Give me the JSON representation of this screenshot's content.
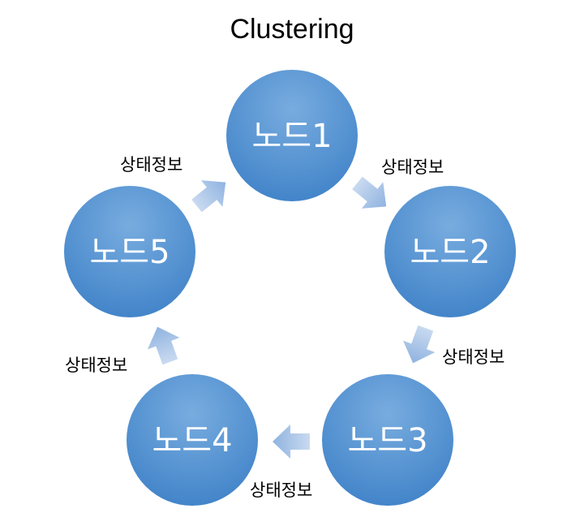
{
  "title": "Clustering",
  "nodes": [
    {
      "id": "node1",
      "label": "노드1"
    },
    {
      "id": "node2",
      "label": "노드2"
    },
    {
      "id": "node3",
      "label": "노드3"
    },
    {
      "id": "node4",
      "label": "노드4"
    },
    {
      "id": "node5",
      "label": "노드5"
    }
  ],
  "edges": [
    {
      "from": "node1",
      "to": "node2",
      "label": "상태정보"
    },
    {
      "from": "node2",
      "to": "node3",
      "label": "상태정보"
    },
    {
      "from": "node3",
      "to": "node4",
      "label": "상태정보"
    },
    {
      "from": "node4",
      "to": "node5",
      "label": "상태정보"
    },
    {
      "from": "node5",
      "to": "node1",
      "label": "상태정보"
    }
  ],
  "colors": {
    "node_light": "#78acdf",
    "node_dark": "#3f82c8",
    "arrow_light": "#c9daf0",
    "arrow_dark": "#8fb3e0"
  }
}
